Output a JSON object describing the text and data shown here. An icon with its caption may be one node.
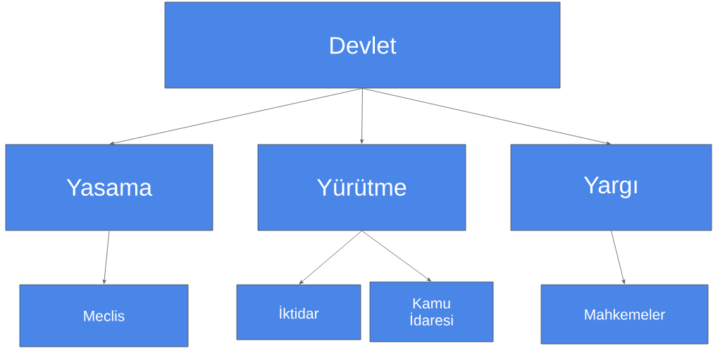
{
  "diagram": {
    "nodes": [
      {
        "text": [
          "Devlet"
        ]
      },
      {
        "text": [
          "Yasama"
        ]
      },
      {
        "text": [
          "Yürütme"
        ]
      },
      {
        "text": [
          "Yargı"
        ]
      },
      {
        "text": [
          "Meclis"
        ]
      },
      {
        "text": [
          "İktidar"
        ]
      },
      {
        "text": [
          "Kamu İdaresi"
        ]
      },
      {
        "text": [
          "Mahkemeler"
        ]
      }
    ],
    "edges": [
      {
        "from": 0,
        "to": 1,
        "arrow": "to"
      },
      {
        "from": 0,
        "to": 2,
        "arrow": "to"
      },
      {
        "from": 0,
        "to": 3,
        "arrow": "to"
      },
      {
        "from": 1,
        "to": 4,
        "arrow": "to"
      },
      {
        "from": 2,
        "to": 5,
        "arrow": "to"
      },
      {
        "from": 2,
        "to": 6,
        "arrow": "to"
      },
      {
        "from": 3,
        "to": 7,
        "arrow": "to"
      }
    ]
  }
}
